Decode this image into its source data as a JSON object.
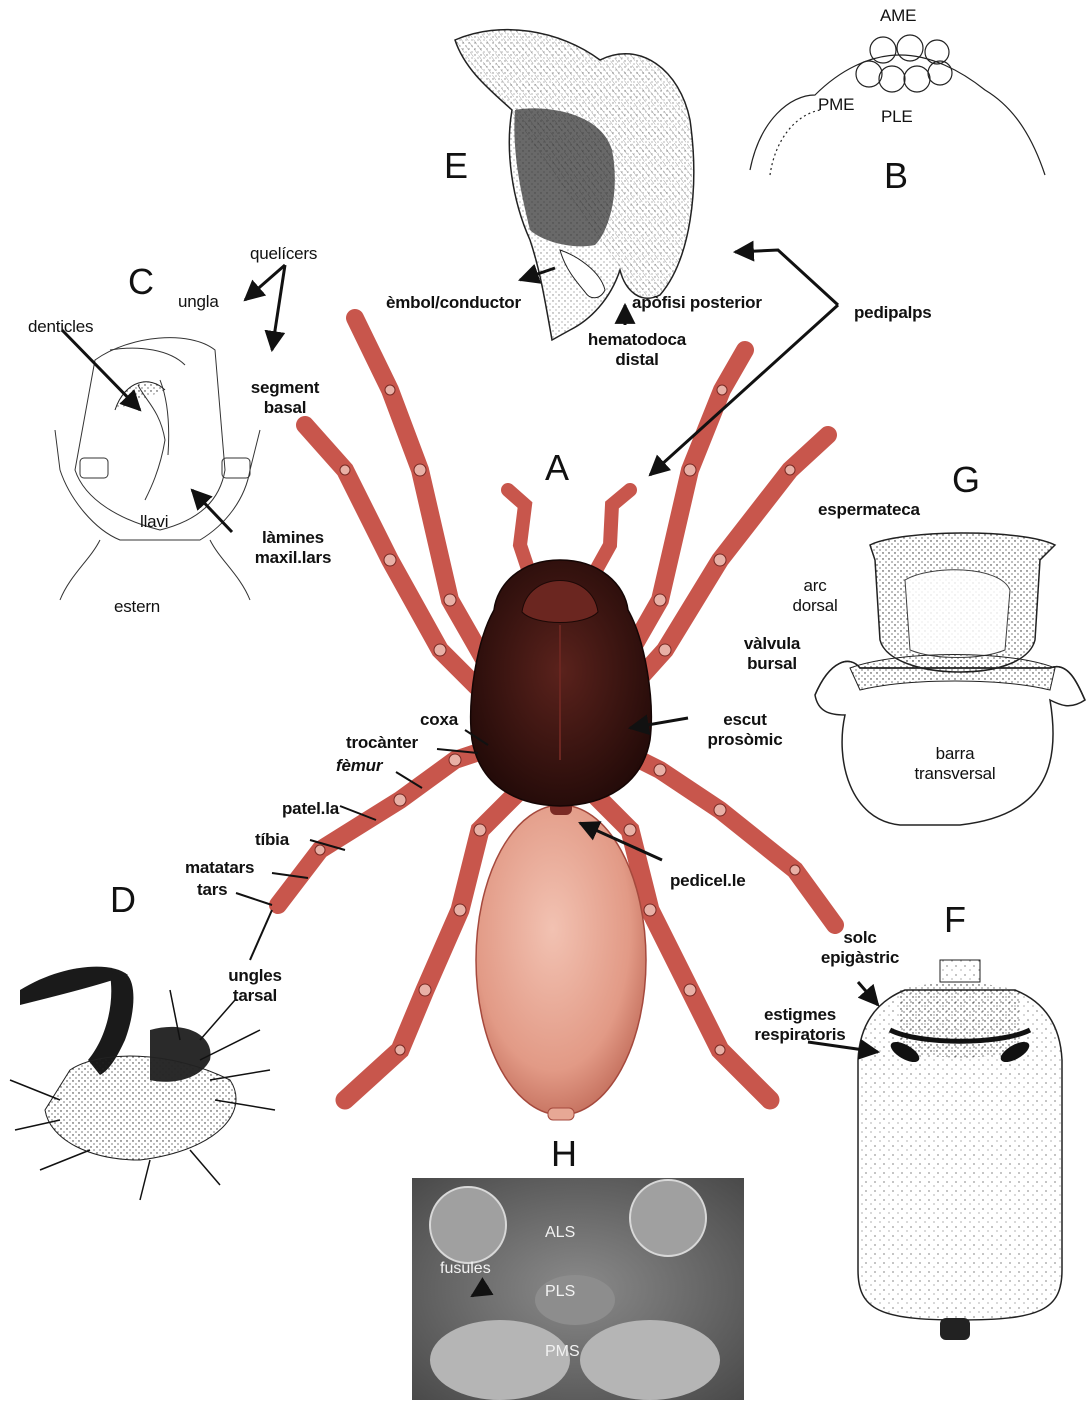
{
  "panels": {
    "A": "A",
    "B": "B",
    "C": "C",
    "D": "D",
    "E": "E",
    "F": "F",
    "G": "G",
    "H": "H"
  },
  "labels": {
    "ame": "AME",
    "pme": "PME",
    "ple": "PLE",
    "quelicers": "quelícers",
    "ungla": "ungla",
    "denticles": "denticles",
    "segment": "segment",
    "basal": "basal",
    "llavi": "llavi",
    "lamines": "làmines",
    "maxillars": "maxil.lars",
    "estern": "estern",
    "embol": "èmbol/conductor",
    "apofisi": "apòfisi posterior",
    "hematodoca": "hematodoca",
    "distal": "distal",
    "pedipalps": "pedipalps",
    "espermateca": "espermateca",
    "arc": "arc",
    "dorsal": "dorsal",
    "valvula": "vàlvula",
    "bursal": "bursal",
    "barra": "barra",
    "transversal": "transversal",
    "escut": "escut",
    "prosomic": "prosòmic",
    "coxa": "coxa",
    "trocanter": "trocànter",
    "femur": "fèmur",
    "patella": "patel.la",
    "tibia": "tíbia",
    "matatars": "matatars",
    "tars": "tars",
    "ungles": "ungles",
    "tarsal": "tarsal",
    "pedicelle": "pedicel.le",
    "solc": "solc",
    "epigastric": "epigàstric",
    "estigmes": "estigmes",
    "respiratoris": "respiratoris",
    "als": "ALS",
    "fusules": "fusules",
    "pls": "PLS",
    "pms": "PMS"
  },
  "colors": {
    "leg": "#c8564c",
    "leg_dark": "#9c3a33",
    "carapace": "#3a1512",
    "abdomen": "#e6a593",
    "photo_bg": "#6f6f6f"
  }
}
